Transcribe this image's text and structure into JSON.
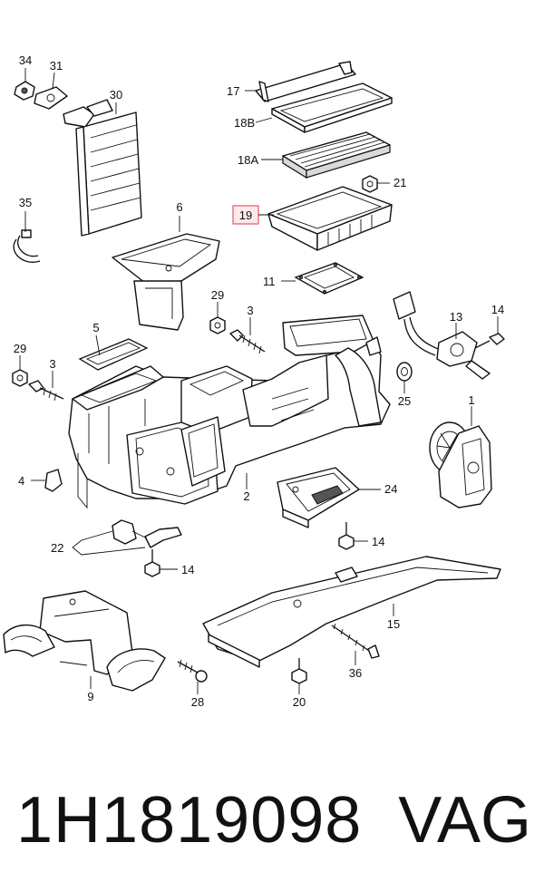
{
  "callouts": {
    "c34": "34",
    "c31": "31",
    "c30": "30",
    "c35": "35",
    "c6": "6",
    "c17": "17",
    "c18B": "18B",
    "c18A": "18A",
    "c21": "21",
    "c19": "19",
    "c11": "11",
    "c29a": "29",
    "c3a": "3",
    "c13": "13",
    "c14a": "14",
    "c5": "5",
    "c29b": "29",
    "c3b": "3",
    "c25": "25",
    "c1": "1",
    "c4": "4",
    "c2": "2",
    "c24": "24",
    "c22": "22",
    "c14b": "14",
    "c14c": "14",
    "c15": "15",
    "c9": "9",
    "c28": "28",
    "c36": "36",
    "c20": "20"
  },
  "highlight": {
    "callout": "19",
    "color": "#e05a6a"
  },
  "footer": {
    "part_number": "1H1819098",
    "brand": "VAG"
  }
}
